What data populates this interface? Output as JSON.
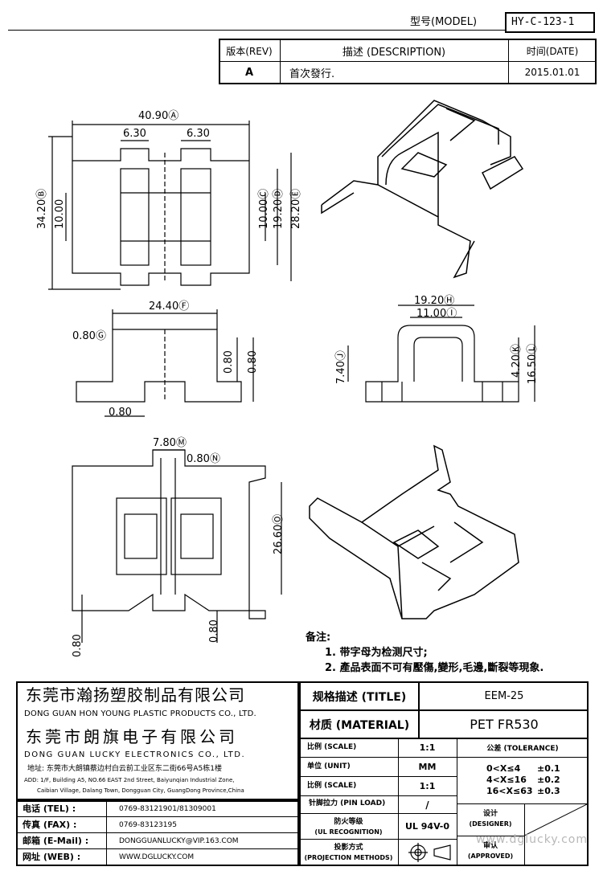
{
  "header": {
    "model_label": "型号(MODEL)",
    "model_value": "HY-C-123-1",
    "rev_header": "版本(REV)",
    "desc_header": "描述 (DESCRIPTION)",
    "date_header": "时间(DATE)",
    "rev_value": "A",
    "desc_value": "首次發行.",
    "date_value": "2015.01.01"
  },
  "dimensions": {
    "d1": "40.90Ⓐ",
    "d2": "6.30",
    "d3": "6.30",
    "d4": "34.20Ⓑ",
    "d5": "10.00",
    "d6": "10.00Ⓒ",
    "d7": "19.20Ⓓ",
    "d8": "28.20Ⓔ",
    "d9": "24.40Ⓕ",
    "d10": "0.80Ⓖ",
    "d11": "0.80",
    "d12": "0.80",
    "d13": "0.80",
    "d14": "19.20Ⓗ",
    "d15": "11.00Ⓘ",
    "d16": "7.40Ⓙ",
    "d17": "4.20Ⓚ",
    "d18": "16.50Ⓛ",
    "d19": "7.80Ⓜ",
    "d20": "0.80Ⓝ",
    "d21": "26.60Ⓞ",
    "d22": "0.80",
    "d23": "0.80"
  },
  "notes": {
    "title": "备注:",
    "line1": "1. 带字母为检测尺寸;",
    "line2": "2. 產品表面不可有壓傷,變形,毛邊,斷裂等現象."
  },
  "company": {
    "name1_cn": "东莞市瀚扬塑胶制品有限公司",
    "name1_en": "DONG GUAN HON YOUNG PLASTIC PRODUCTS CO., LTD.",
    "name2_cn": "东莞市朗旗电子有限公司",
    "name2_en": "DONG GUAN LUCKY ELECTRONICS CO., LTD.",
    "address_cn": "地址: 东莞市大朗镇蔡边村白云前工业区东二街66号A5栋1楼",
    "address_en1": "ADD: 1/F, Building A5, NO.66 EAST 2nd Street, Baiyunqian Industrial Zone,",
    "address_en2": "Caibian Village, Dalang Town, Dongguan City, GuangDong Province,China",
    "tel_label": "电话 (TEL) :",
    "tel_value": "0769-83121901/81309001",
    "fax_label": "传真 (FAX) :",
    "fax_value": "0769-83123195",
    "email_label": "邮箱 (E-Mail) :",
    "email_value": "DONGGUANLUCKY@VIP.163.COM",
    "web_label": "网址 (WEB) :",
    "web_value": "WWW.DGLUCKY.COM"
  },
  "spec": {
    "title_label": "规格描述 (TITLE)",
    "title_value": "EEM-25",
    "material_label": "材质 (MATERIAL)",
    "material_value": "PET FR530",
    "scale_label": "比例 (SCALE)",
    "scale_value": "1:1",
    "unit_label": "单位 (UNIT)",
    "unit_value": "MM",
    "scale2_label": "比例 (SCALE)",
    "scale2_value": "1:1",
    "pin_label": "针脚拉力 (PIN LOAD)",
    "pin_value": "/",
    "ul_label1": "防火等级",
    "ul_label2": "(UL RECOGNITION)",
    "ul_value": "UL 94V-0",
    "proj_label1": "投影方式",
    "proj_label2": "(PROJECTION METHODS)",
    "tol_header": "公差 (TOLERANCE)",
    "tol1": "0<X≤4",
    "tol1v": "±0.1",
    "tol2": "4<X≤16",
    "tol2v": "±0.2",
    "tol3": "16<X≤63",
    "tol3v": "±0.3",
    "designer1": "设计",
    "designer2": "(DESIGNER)",
    "approved1": "审认",
    "approved2": "(APPROVED)",
    "watermark": "www.dglucky.com"
  }
}
